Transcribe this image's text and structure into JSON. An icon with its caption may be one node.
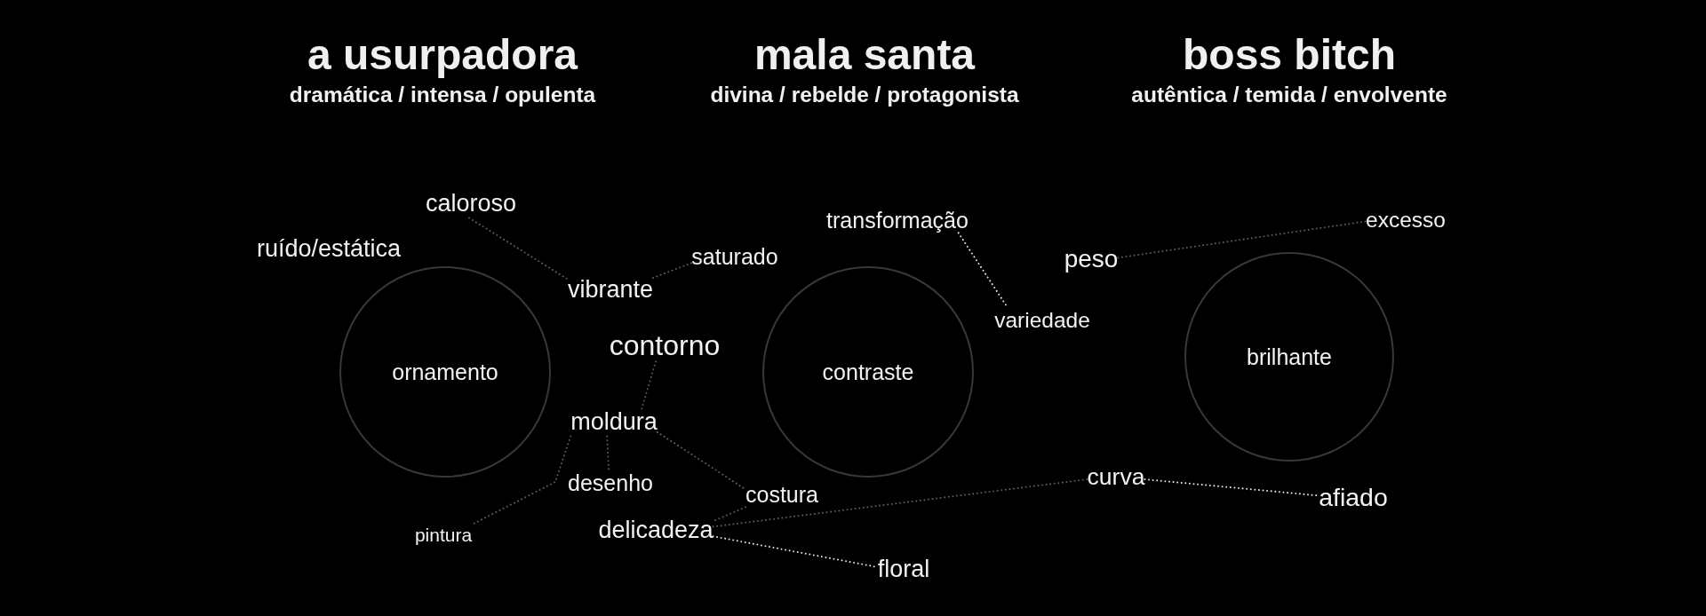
{
  "diagram": {
    "nodes": [
      {
        "text": [
          "caloroso"
        ]
      },
      {
        "text": [
          "transformação"
        ]
      },
      {
        "text": [
          "excesso"
        ]
      },
      {
        "text": [
          "saturado"
        ]
      },
      {
        "text": [
          "peso"
        ]
      },
      {
        "text": [
          "vibrante"
        ]
      },
      {
        "text": [
          "variedade"
        ]
      },
      {
        "text": [
          "contorno"
        ]
      },
      {
        "text": [
          "ornamento"
        ]
      },
      {
        "text": [
          "contraste"
        ]
      },
      {
        "text": [
          "brilhante"
        ]
      },
      {
        "text": [
          "moldura"
        ]
      },
      {
        "text": [
          "curva"
        ]
      },
      {
        "text": [
          "desenho"
        ]
      },
      {
        "text": [
          "costura"
        ]
      },
      {
        "text": [
          "afiado"
        ]
      },
      {
        "text": [
          "delicadeza"
        ]
      },
      {
        "text": [
          "pintura"
        ]
      },
      {
        "text": [
          "floral"
        ]
      }
    ],
    "edges": [
      {
        "from": 0,
        "to": 5,
        "arrow": "none"
      },
      {
        "from": 5,
        "to": 3,
        "arrow": "none"
      },
      {
        "from": 7,
        "to": 11,
        "arrow": "none"
      },
      {
        "from": 11,
        "to": 17,
        "arrow": "none"
      },
      {
        "from": 11,
        "to": 13,
        "arrow": "none"
      },
      {
        "from": 11,
        "to": 14,
        "arrow": "none"
      },
      {
        "from": 14,
        "to": 16,
        "arrow": "none"
      },
      {
        "from": 16,
        "to": 12,
        "arrow": "none"
      },
      {
        "from": 16,
        "to": 18,
        "arrow": "none",
        "color": "#e6e6e6"
      },
      {
        "from": 1,
        "to": 6,
        "arrow": "none",
        "color": "#e6e6e6"
      },
      {
        "from": 4,
        "to": 2,
        "arrow": "none"
      },
      {
        "from": 12,
        "to": 15,
        "arrow": "none",
        "color": "#e6e6e6"
      }
    ],
    "labels": [
      "a usurpadora",
      "dramática / intensa / opulenta",
      "mala santa",
      "divina / rebelde / protagonista",
      "boss bitch",
      "autêntica / temida / envolvente",
      "ruído/estática"
    ]
  }
}
